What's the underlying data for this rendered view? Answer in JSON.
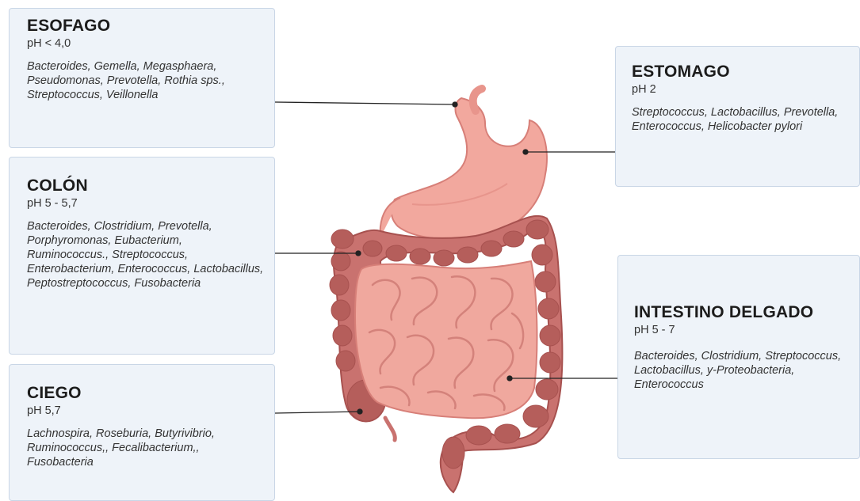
{
  "organs": {
    "esofago": {
      "title": "ESOFAGO",
      "ph": "pH < 4,0",
      "bacteria": "Bacteroides, Gemella, Megasphaera, Pseudomonas, Prevotella, Rothia sps., Streptococcus, Veillonella"
    },
    "colon": {
      "title": "COLÓN",
      "ph": "pH 5 - 5,7",
      "bacteria": "Bacteroides, Clostridium, Prevotella, Porphyromonas, Eubacterium, Ruminococcus., Streptococcus, Enterobacterium, Enterococcus, Lactobacillus, Peptostreptococcus, Fusobacteria"
    },
    "ciego": {
      "title": "CIEGO",
      "ph": "pH 5,7",
      "bacteria": "Lachnospira, Roseburia, Butyrivibrio, Ruminococcus,, Fecalibacterium,, Fusobacteria"
    },
    "estomago": {
      "title": "ESTOMAGO",
      "ph": "pH 2",
      "bacteria": "Streptococcus, Lactobacillus, Prevotella, Enterococcus, Helicobacter  pylori"
    },
    "intestino": {
      "title": "INTESTINO DELGADO",
      "ph": "pH 5 - 7",
      "bacteria": "Bacteroides, Clostridium, Streptococcus, Lactobacillus, y-Proteobacteria, Enterococcus"
    }
  },
  "colors": {
    "box_bg": "#eef3f9",
    "box_border": "#c9d6e6",
    "stomach": "#f0a49b",
    "small_intestine": "#eba297",
    "colon": "#c9726f",
    "colon_dark": "#a7514f",
    "leader_line": "#222222"
  }
}
